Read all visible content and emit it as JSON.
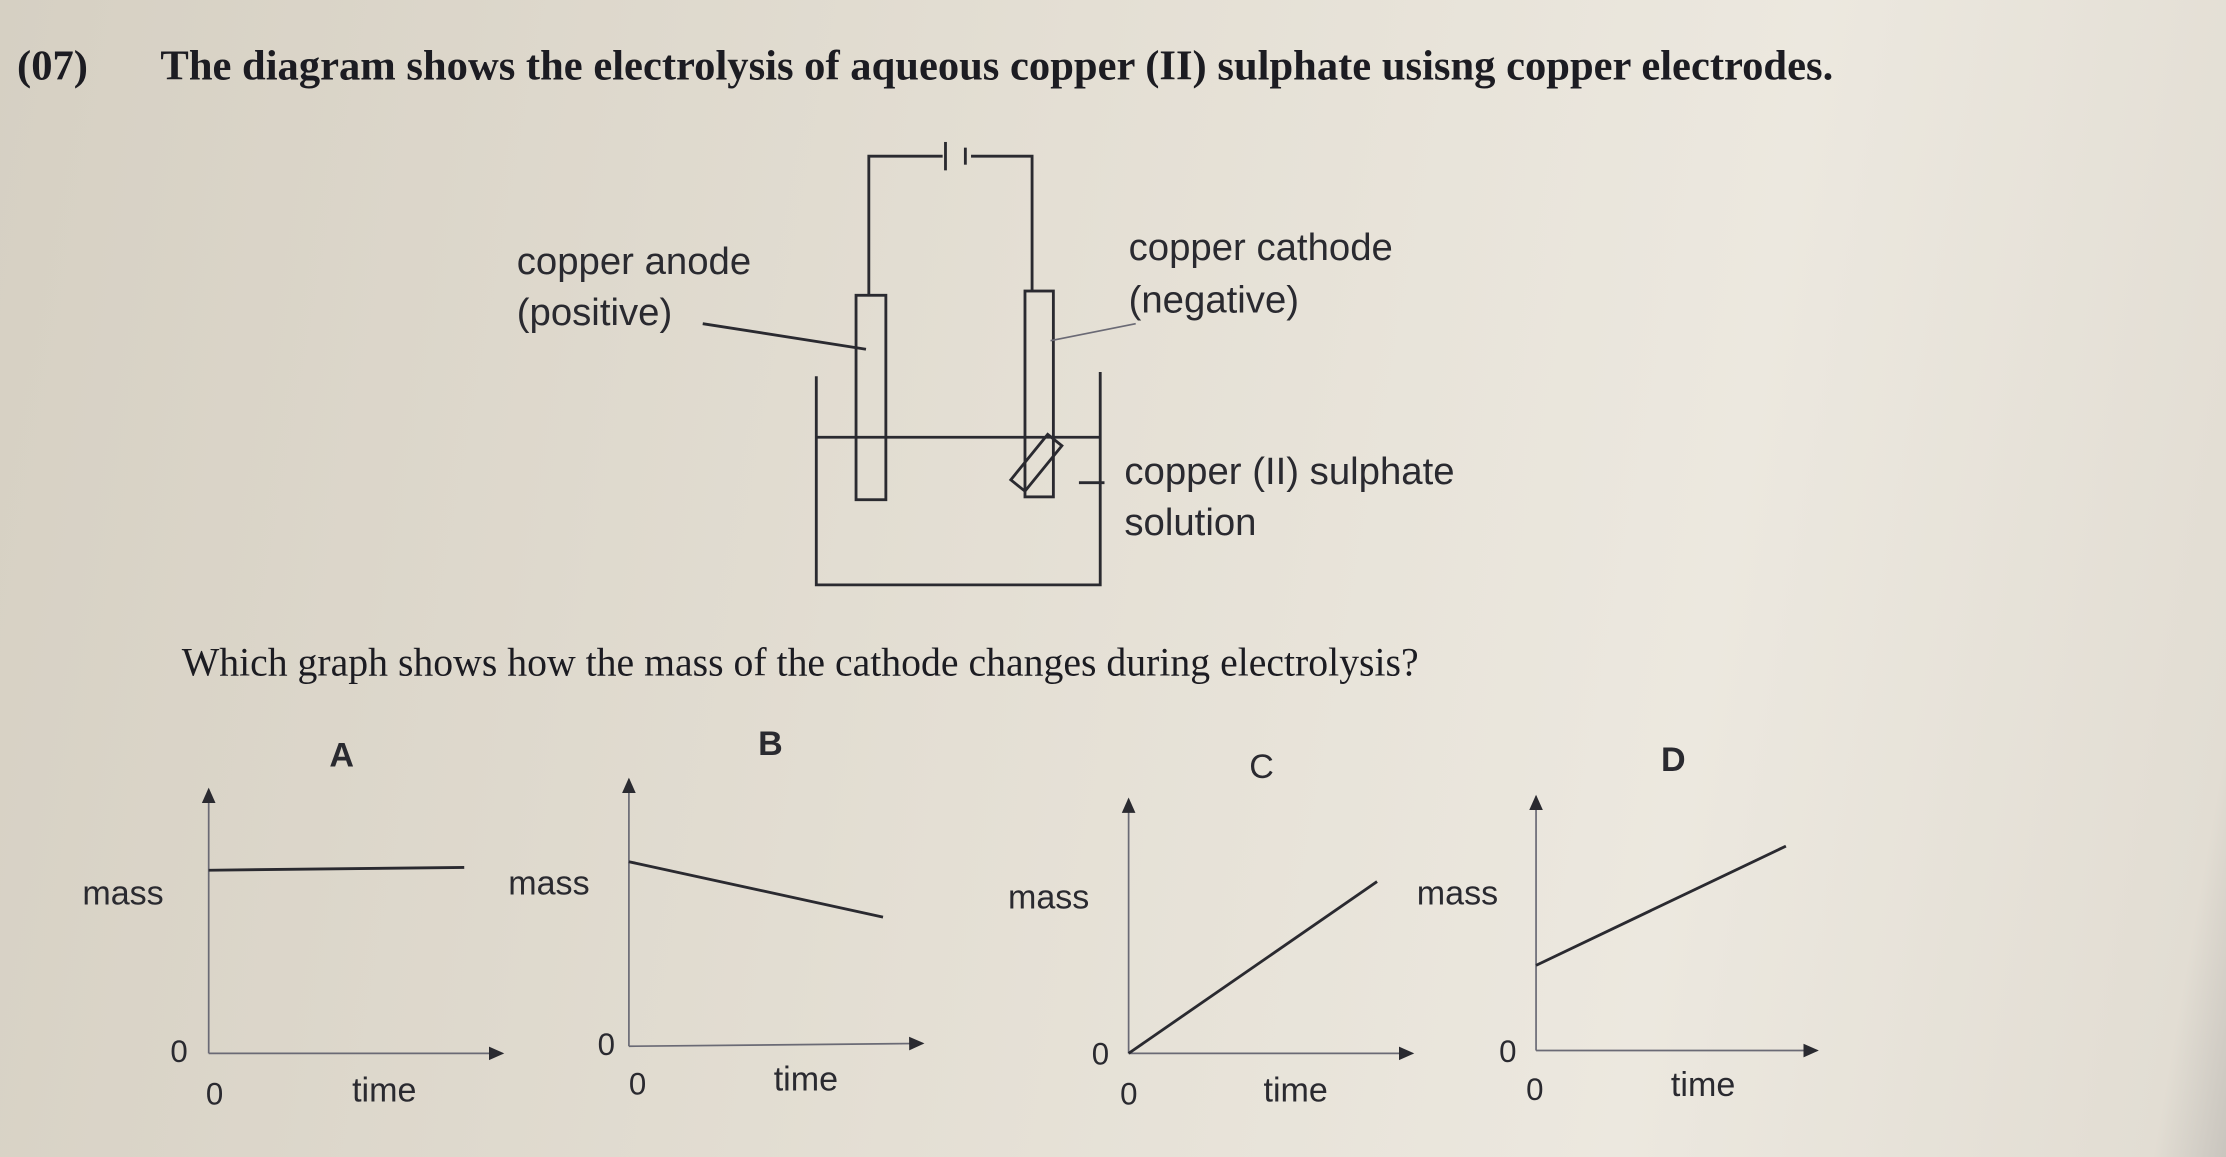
{
  "question": {
    "number": "(07)",
    "text": "The diagram shows the electrolysis of aqueous copper (II) sulphate usisng copper electrodes.",
    "prompt": "Which graph shows how the mass of the cathode changes during electrolysis?"
  },
  "diagram": {
    "anode_label_1": "copper anode",
    "anode_label_2": "(positive)",
    "cathode_label_1": "copper cathode",
    "cathode_label_2": "(negative)",
    "solution_label_1": "copper (II) sulphate",
    "solution_label_2": "solution"
  },
  "options": [
    {
      "label": "A",
      "y_label": "mass",
      "x_label": "time",
      "y_zero": "0",
      "x_zero": "0"
    },
    {
      "label": "B",
      "y_label": "mass",
      "x_label": "time",
      "y_zero": "0",
      "x_zero": "0"
    },
    {
      "label": "C",
      "y_label": "mass",
      "x_label": "time",
      "y_zero": "0",
      "x_zero": "0"
    },
    {
      "label": "D",
      "y_label": "mass",
      "x_label": "time",
      "y_zero": "0",
      "x_zero": "0"
    }
  ]
}
